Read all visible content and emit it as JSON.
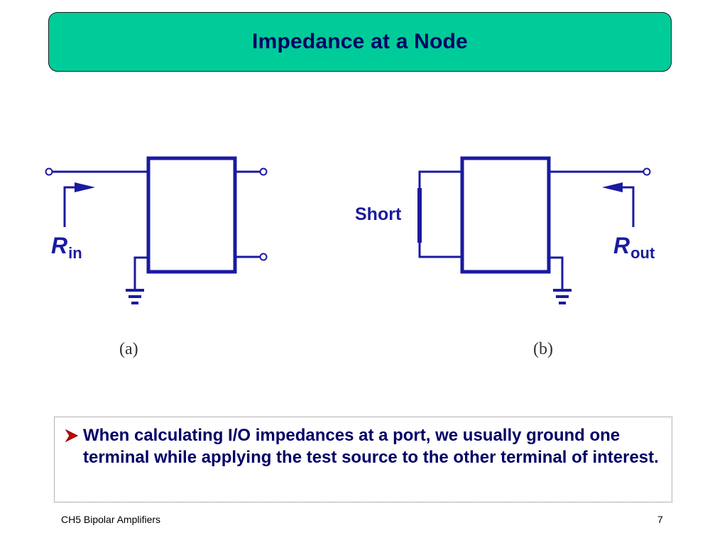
{
  "slide": {
    "title": "Impedance at a Node",
    "bullets": [
      "When calculating I/O impedances at a port, we usually ground one terminal while applying the test source to the other terminal of interest."
    ],
    "footer_left": "CH5 Bipolar Amplifiers",
    "page_number": "7"
  },
  "figure": {
    "a": {
      "caption": "(a)",
      "label_main": "R",
      "label_sub": "in"
    },
    "b": {
      "caption": "(b)",
      "short_label": "Short",
      "label_main": "R",
      "label_sub": "out"
    }
  },
  "colors": {
    "title_bg": "#00cc99",
    "text": "#000066",
    "diagram": "#1a1aa0",
    "bullet_arrow": "#cc0000"
  }
}
